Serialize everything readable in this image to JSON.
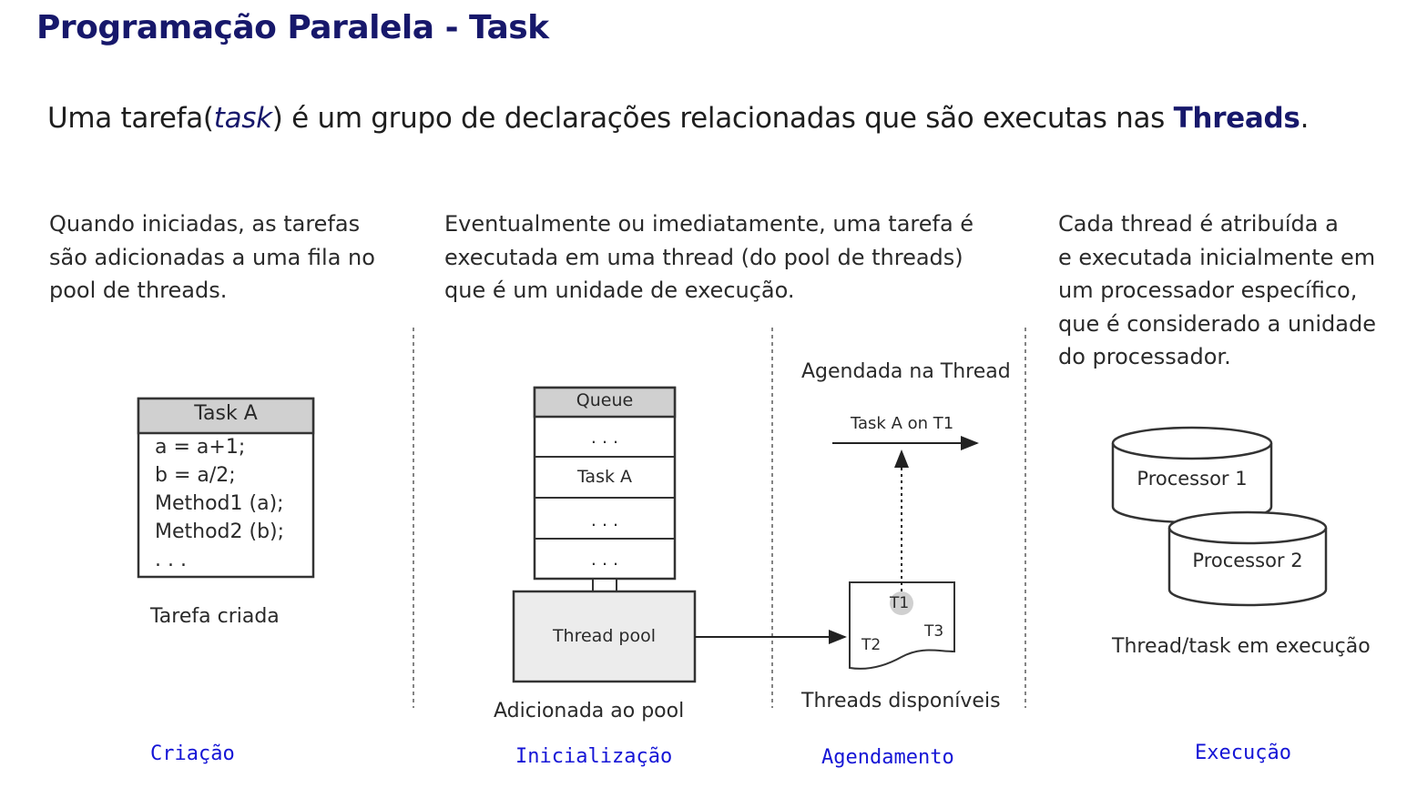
{
  "title": "Programação Paralela - Task",
  "subtitle": {
    "pre": "Uma tarefa(",
    "italic": "task",
    "mid": ") é um grupo de declarações relacionadas que são executas nas ",
    "bold": "Threads",
    "post": "."
  },
  "columns": {
    "criacao": {
      "text": "Quando iniciadas, as tarefas\nsão adicionadas a uma fila no\npool  de threads.",
      "task_header": "Task A",
      "code": "a = a+1;\nb = a/2;\nMethod1 (a);\nMethod2 (b);\n. . .",
      "caption": "Tarefa criada",
      "footer": "Criação"
    },
    "inicializacao": {
      "text": "Eventualmente ou imediatamente, uma tarefa é\nexecutada em uma thread (do pool de threads)\nque é um unidade de execução.",
      "queue_header": "Queue",
      "queue_items": [
        ". . .",
        "Task A",
        ". . .",
        ". . ."
      ],
      "thread_pool": "Thread pool",
      "caption": "Adicionada ao  pool",
      "footer": "Inicialização"
    },
    "agendamento": {
      "heading": "Agendada na Thread",
      "arrow_label": "Task A on T1",
      "threads": [
        "T1",
        "T2",
        "T3"
      ],
      "caption": "Threads disponíveis",
      "footer": "Agendamento"
    },
    "execucao": {
      "text": "Cada thread é atribuída a\ne executada inicialmente em\num processador específico,\nque é considerado a unidade\ndo processador.",
      "processors": [
        "Processor 1",
        "Processor 2"
      ],
      "caption": "Thread/task em execução",
      "footer": "Execução"
    }
  },
  "colors": {
    "title": "#17186b",
    "footer_text": "#1515d6",
    "box_header": "#d0d0d0",
    "thread_pool_fill": "#ececec"
  }
}
